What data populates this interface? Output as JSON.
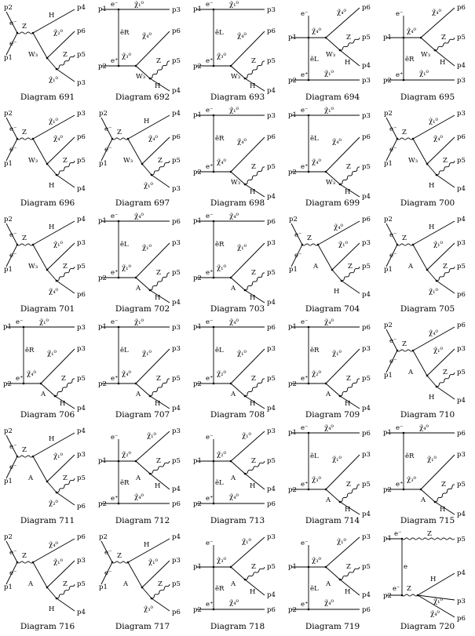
{
  "diagrams": [
    {
      "caption": "Diagram 691",
      "type": "fan",
      "labels": {
        "in_top": "p2",
        "in_bot": "p1",
        "prop": "Z",
        "out1": "H",
        "out1p": "p4",
        "out2": "χ̃₂⁰",
        "out2p": "p6",
        "sub": "W₃",
        "z2": "Z",
        "z2p": "p5",
        "last": "χ̃₁⁰",
        "lastp": "p3",
        "e1": "e⁻",
        "e2": "e⁻"
      }
    },
    {
      "caption": "Diagram 692",
      "type": "tchan",
      "labels": {
        "top_in": "p1",
        "top_e": "e⁻",
        "top_out": "χ̃₁⁰",
        "top_p": "p3",
        "mid": "ẽR",
        "bot_in": "p2",
        "bot_e": "e⁺",
        "bot_c": "χ̃₃⁰",
        "o1": "χ̃₄⁰",
        "o1p": "p6",
        "o2": "Z",
        "o2p": "p5",
        "o3": "H",
        "o3p": "p4",
        "w": "W₃"
      }
    },
    {
      "caption": "Diagram 693",
      "type": "tchan",
      "labels": {
        "top_in": "p1",
        "top_e": "e⁻",
        "top_out": "χ̃₁⁰",
        "top_p": "p3",
        "mid": "ẽL",
        "bot_in": "p2",
        "bot_e": "e⁺",
        "bot_c": "χ̃₃⁰",
        "o1": "χ̃₄⁰",
        "o1p": "p6",
        "o2": "Z",
        "o2p": "p5",
        "o3": "H",
        "o3p": "p4",
        "w": "W₃"
      }
    },
    {
      "caption": "Diagram 694",
      "type": "tchan2",
      "labels": {
        "top_in": "p1",
        "top_e": "e⁻",
        "top_c": "χ̃₄⁰",
        "o1": "χ̃₄⁰",
        "o1p": "p6",
        "o2": "Z",
        "o2p": "p5",
        "o3": "H",
        "o3p": "p4",
        "w": "W₃",
        "mid": "ẽL",
        "bot_in": "p2",
        "bot_e": "e⁺",
        "bot_out": "χ̃₁⁰",
        "bot_p": "p3"
      }
    },
    {
      "caption": "Diagram 695",
      "type": "tchan2",
      "labels": {
        "top_in": "p1",
        "top_e": "e⁻",
        "top_c": "χ̃₄⁰",
        "o1": "χ̃₄⁰",
        "o1p": "p6",
        "o2": "Z",
        "o2p": "p5",
        "o3": "H",
        "o3p": "p4",
        "w": "W₃",
        "mid": "ẽR",
        "bot_in": "p2",
        "bot_e": "e⁺",
        "bot_out": "χ̃₁⁰",
        "bot_p": "p3"
      }
    },
    {
      "caption": "Diagram 696",
      "type": "fan",
      "labels": {
        "in_top": "p2",
        "in_bot": "p1",
        "prop": "Z",
        "out1": "χ̃₁⁰",
        "out1p": "p3",
        "out2": "χ̃₄⁰",
        "out2p": "p6",
        "sub": "W₃",
        "z2": "Z",
        "z2p": "p5",
        "last": "H",
        "lastp": "p4",
        "e1": "e⁻",
        "e2": "e⁻"
      }
    },
    {
      "caption": "Diagram 697",
      "type": "fan",
      "labels": {
        "in_top": "p2",
        "in_bot": "p1",
        "prop": "Z",
        "out1": "H",
        "out1p": "p4",
        "out2": "χ̃₄⁰",
        "out2p": "p6",
        "sub": "W₃",
        "z2": "Z",
        "z2p": "p5",
        "last": "χ̃₁⁰",
        "lastp": "p3",
        "e1": "e⁻",
        "e2": "e⁻"
      }
    },
    {
      "caption": "Diagram 698",
      "type": "tchan",
      "labels": {
        "top_in": "p1",
        "top_e": "e⁻",
        "top_out": "χ̃₁⁰",
        "top_p": "p3",
        "mid": "ẽR",
        "bot_in": "p2",
        "bot_e": "e⁺",
        "bot_c": "χ̃₄⁰",
        "o1": "χ̃₄⁰",
        "o1p": "p6",
        "o2": "Z",
        "o2p": "p5",
        "o3": "H",
        "o3p": "p4",
        "w": "W₃"
      }
    },
    {
      "caption": "Diagram 699",
      "type": "tchan",
      "labels": {
        "top_in": "p1",
        "top_e": "e⁻",
        "top_out": "χ̃₁⁰",
        "top_p": "p3",
        "mid": "ẽL",
        "bot_in": "p2",
        "bot_e": "e⁺",
        "bot_c": "χ̃₄⁰",
        "o1": "χ̃₄⁰",
        "o1p": "p6",
        "o2": "Z",
        "o2p": "p5",
        "o3": "H",
        "o3p": "p4",
        "w": "W₃"
      }
    },
    {
      "caption": "Diagram 700",
      "type": "fan",
      "labels": {
        "in_top": "p2",
        "in_bot": "p1",
        "prop": "Z",
        "out1": "χ̃₁⁰",
        "out1p": "p3",
        "out2": "χ̃₄⁰",
        "out2p": "p6",
        "sub": "W₃",
        "z2": "Z",
        "z2p": "p5",
        "last": "H",
        "lastp": "p4",
        "e1": "e⁻",
        "e2": "e⁻"
      }
    },
    {
      "caption": "Diagram 701",
      "type": "fan",
      "labels": {
        "in_top": "p2",
        "in_bot": "p1",
        "prop": "Z",
        "out1": "H",
        "out1p": "p4",
        "out2": "χ̃₁⁰",
        "out2p": "p3",
        "sub": "W₃",
        "z2": "Z",
        "z2p": "p5",
        "last": "χ̃₄⁰",
        "lastp": "p6",
        "e1": "e⁻",
        "e2": "e⁻"
      }
    },
    {
      "caption": "Diagram 702",
      "type": "tchan",
      "labels": {
        "top_in": "p1",
        "top_e": "e⁻",
        "top_out": "χ̃₄⁰",
        "top_p": "p6",
        "mid": "ẽL",
        "bot_in": "p2",
        "bot_e": "e⁺",
        "bot_c": "χ̃₁⁰",
        "o1": "χ̃₁⁰",
        "o1p": "p3",
        "o2": "Z",
        "o2p": "p5",
        "o3": "H",
        "o3p": "p4",
        "w": "A"
      }
    },
    {
      "caption": "Diagram 703",
      "type": "tchan",
      "labels": {
        "top_in": "p1",
        "top_e": "e⁻",
        "top_out": "χ̃₄⁰",
        "top_p": "p6",
        "mid": "ẽR",
        "bot_in": "p2",
        "bot_e": "e⁺",
        "bot_c": "χ̃₁⁰",
        "o1": "χ̃₁⁰",
        "o1p": "p3",
        "o2": "Z",
        "o2p": "p5",
        "o3": "H",
        "o3p": "p4",
        "w": "A"
      }
    },
    {
      "caption": "Diagram 704",
      "type": "fan",
      "labels": {
        "in_top": "p2",
        "in_bot": "p1",
        "prop": "Z",
        "out1": "χ̃₄⁰",
        "out1p": "p6",
        "out2": "χ̃₁⁰",
        "out2p": "p3",
        "sub": "A",
        "z2": "Z",
        "z2p": "p5",
        "last": "H",
        "lastp": "p4",
        "e1": "e⁻",
        "e2": "e⁻"
      }
    },
    {
      "caption": "Diagram 705",
      "type": "fan",
      "labels": {
        "in_top": "p2",
        "in_bot": "p1",
        "prop": "Z",
        "out1": "H",
        "out1p": "p4",
        "out2": "χ̃₁⁰",
        "out2p": "p3",
        "sub": "A",
        "z2": "Z",
        "z2p": "p5",
        "last": "χ̃₁⁰",
        "lastp": "p6",
        "e1": "e⁻",
        "e2": "e⁻"
      }
    },
    {
      "caption": "Diagram 706",
      "type": "tchan",
      "labels": {
        "top_in": "p1",
        "top_e": "e⁻",
        "top_out": "χ̃₁⁰",
        "top_p": "p3",
        "mid": "ẽR",
        "bot_in": "p2",
        "bot_e": "e⁺",
        "bot_c": "χ̃₄⁰",
        "o1": "χ̃₁⁰",
        "o1p": "p3",
        "o2": "Z",
        "o2p": "p5",
        "o3": "H",
        "o3p": "p4",
        "w": "A"
      }
    },
    {
      "caption": "Diagram 707",
      "type": "tchan",
      "labels": {
        "top_in": "p1",
        "top_e": "e⁻",
        "top_out": "χ̃₁⁰",
        "top_p": "p3",
        "mid": "ẽL",
        "bot_in": "p2",
        "bot_e": "e⁺",
        "bot_c": "χ̃₄⁰",
        "o1": "χ̃₁⁰",
        "o1p": "p3",
        "o2": "Z",
        "o2p": "p5",
        "o3": "H",
        "o3p": "p4",
        "w": "A"
      }
    },
    {
      "caption": "Diagram 708",
      "type": "tchan",
      "labels": {
        "top_in": "p1",
        "top_e": "e⁻",
        "top_out": "χ̃₄⁰",
        "top_p": "p6",
        "mid": "ẽL",
        "bot_in": "p2",
        "bot_e": "e⁺",
        "bot_c": "χ̃₂⁰",
        "o1": "χ̃₁⁰",
        "o1p": "p3",
        "o2": "Z",
        "o2p": "p5",
        "o3": "H",
        "o3p": "p4",
        "w": "A"
      }
    },
    {
      "caption": "Diagram 709",
      "type": "tchan",
      "labels": {
        "top_in": "p1",
        "top_e": "e⁻",
        "top_out": "χ̃₄⁰",
        "top_p": "p6",
        "mid": "ẽR",
        "bot_in": "p2",
        "bot_e": "e⁺",
        "bot_c": "χ̃₂⁰",
        "o1": "χ̃₁⁰",
        "o1p": "p3",
        "o2": "Z",
        "o2p": "p5",
        "o3": "H",
        "o3p": "p4",
        "w": "A"
      }
    },
    {
      "caption": "Diagram 710",
      "type": "fan",
      "labels": {
        "in_top": "p2",
        "in_bot": "p1",
        "prop": "Z",
        "out1": "χ̃₄⁰",
        "out1p": "p6",
        "out2": "χ̃₁⁰",
        "out2p": "p3",
        "sub": "A",
        "z2": "Z",
        "z2p": "p5",
        "last": "H",
        "lastp": "p4",
        "e1": "e⁻",
        "e2": "e⁻"
      }
    },
    {
      "caption": "Diagram 711",
      "type": "fan",
      "labels": {
        "in_top": "p2",
        "in_bot": "p1",
        "prop": "Z",
        "out1": "H",
        "out1p": "p4",
        "out2": "χ̃₁⁰",
        "out2p": "p3",
        "sub": "A",
        "z2": "Z",
        "z2p": "p5",
        "last": "χ̃₂⁰",
        "lastp": "p6",
        "e1": "e⁻",
        "e2": "e⁻"
      }
    },
    {
      "caption": "Diagram 712",
      "type": "tchan2",
      "labels": {
        "top_in": "p1",
        "top_e": "e⁻",
        "top_c": "χ̃₂⁰",
        "o1": "χ̃₁⁰",
        "o1p": "p3",
        "o2": "Z",
        "o2p": "p5",
        "o3": "H",
        "o3p": "p4",
        "w": "A",
        "mid": "ẽR",
        "bot_in": "p2",
        "bot_e": "e⁺",
        "bot_out": "χ̃₄⁰",
        "bot_p": "p6"
      }
    },
    {
      "caption": "Diagram 713",
      "type": "tchan2",
      "labels": {
        "top_in": "p1",
        "top_e": "e⁻",
        "top_c": "χ̃₂⁰",
        "o1": "χ̃₁⁰",
        "o1p": "p3",
        "o2": "Z",
        "o2p": "p5",
        "o3": "H",
        "o3p": "p4",
        "w": "A",
        "mid": "ẽL",
        "bot_in": "p2",
        "bot_e": "e⁺",
        "bot_out": "χ̃₄⁰",
        "bot_p": "p6"
      }
    },
    {
      "caption": "Diagram 714",
      "type": "tchan",
      "labels": {
        "top_in": "p1",
        "top_e": "e⁻",
        "top_out": "χ̃₄⁰",
        "top_p": "p6",
        "mid": "ẽL",
        "bot_in": "p2",
        "bot_e": "e⁺",
        "bot_c": "χ̃₃⁰",
        "o1": "χ̃₁⁰",
        "o1p": "p3",
        "o2": "Z",
        "o2p": "p5",
        "o3": "H",
        "o3p": "p4",
        "w": "A"
      }
    },
    {
      "caption": "Diagram 715",
      "type": "tchan",
      "labels": {
        "top_in": "p1",
        "top_e": "e⁻",
        "top_out": "χ̃₄⁰",
        "top_p": "p6",
        "mid": "ẽR",
        "bot_in": "p2",
        "bot_e": "e⁺",
        "bot_c": "χ̃₃⁰",
        "o1": "χ̃₁⁰",
        "o1p": "p3",
        "o2": "Z",
        "o2p": "p5",
        "o3": "H",
        "o3p": "p4",
        "w": "A"
      }
    },
    {
      "caption": "Diagram 716",
      "type": "fan",
      "labels": {
        "in_top": "p2",
        "in_bot": "p1",
        "prop": "Z",
        "out1": "χ̃₄⁰",
        "out1p": "p6",
        "out2": "χ̃₁⁰",
        "out2p": "p3",
        "sub": "A",
        "z2": "Z",
        "z2p": "p5",
        "last": "H",
        "lastp": "p4",
        "e1": "e⁻",
        "e2": "e⁻"
      }
    },
    {
      "caption": "Diagram 717",
      "type": "fan",
      "labels": {
        "in_top": "p2",
        "in_bot": "p1",
        "prop": "Z",
        "out1": "H",
        "out1p": "p4",
        "out2": "χ̃₁⁰",
        "out2p": "p3",
        "sub": "A",
        "z2": "Z",
        "z2p": "p5",
        "last": "χ̃₃⁰",
        "lastp": "p6",
        "e1": "e⁻",
        "e2": "e⁻"
      }
    },
    {
      "caption": "Diagram 718",
      "type": "tchan2",
      "labels": {
        "top_in": "p1",
        "top_e": "e⁻",
        "top_c": "χ̃₃⁰",
        "o1": "χ̃₁⁰",
        "o1p": "p3",
        "o2": "Z",
        "o2p": "p5",
        "o3": "H",
        "o3p": "p4",
        "w": "A",
        "mid": "ẽR",
        "bot_in": "p2",
        "bot_e": "e⁺",
        "bot_out": "χ̃₄⁰",
        "bot_p": "p6"
      }
    },
    {
      "caption": "Diagram 719",
      "type": "tchan2",
      "labels": {
        "top_in": "p1",
        "top_e": "e⁻",
        "top_c": "χ̃₃⁰",
        "o1": "χ̃₁⁰",
        "o1p": "p3",
        "o2": "Z",
        "o2p": "p5",
        "o3": "H",
        "o3p": "p4",
        "w": "A",
        "mid": "ẽL",
        "bot_in": "p2",
        "bot_e": "e⁺",
        "bot_out": "χ̃₄⁰",
        "bot_p": "p6"
      }
    },
    {
      "caption": "Diagram 720",
      "type": "special",
      "labels": {
        "top_in": "p1",
        "top_e": "e⁻",
        "top_z": "Z",
        "top_p": "p5",
        "mid": "e",
        "bot_in": "p2",
        "bot_e": "e⁻",
        "prop": "Z",
        "o1": "H",
        "o1p": "p4",
        "o2": "χ̃₁⁰",
        "o2p": "p3",
        "o3": "χ̃₄⁰",
        "o3p": "p6"
      }
    }
  ]
}
